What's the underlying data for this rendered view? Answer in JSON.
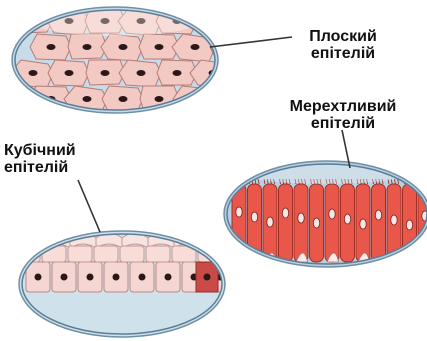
{
  "labels": {
    "flat": {
      "line1": "Плоский",
      "line2": "епітелій"
    },
    "cilia": {
      "line1": "Мерехтливий",
      "line2": "епітелій"
    },
    "cubic": {
      "line1": "Кубічний",
      "line2": "епітелій"
    }
  },
  "colors": {
    "flat_fill": "#f3c9c4",
    "flat_dish": "#c7dce8",
    "cubic_fill": "#f6d6d3",
    "cubic_dish": "#cfe2ec",
    "cilia_fill": "#e8574a",
    "cilia_dish": "#b9d0e0",
    "nucleus": "#2a1818",
    "leader": "#333333"
  }
}
